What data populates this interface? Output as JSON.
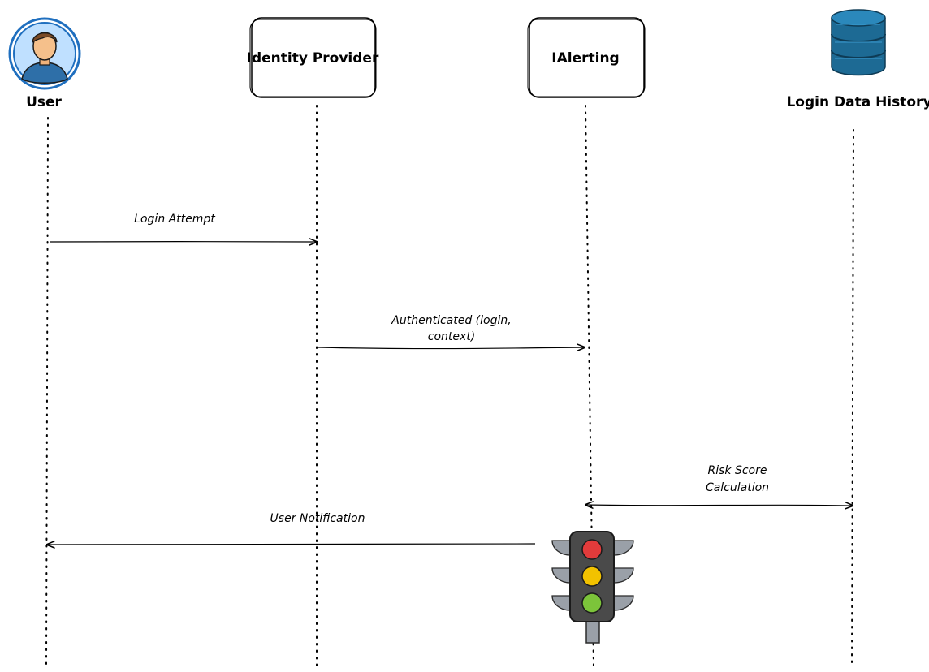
{
  "participants": [
    {
      "id": "user",
      "label": "User",
      "icon": "user-avatar-icon"
    },
    {
      "id": "idp",
      "label": "Identity Provider"
    },
    {
      "id": "ialerting",
      "label": "IAlerting"
    },
    {
      "id": "history",
      "label": "Login Data History",
      "icon": "database-icon"
    }
  ],
  "messages": [
    {
      "id": "login-attempt",
      "from": "user",
      "to": "idp",
      "lines": [
        "Login Attempt"
      ]
    },
    {
      "id": "authenticated",
      "from": "idp",
      "to": "ialerting",
      "lines": [
        "Authenticated (login,",
        "context)"
      ]
    },
    {
      "id": "risk-score",
      "from": "ialerting",
      "to": "history",
      "bidirectional": true,
      "lines": [
        "Risk Score",
        "Calculation"
      ]
    },
    {
      "id": "user-notification",
      "from": "ialerting",
      "to": "user",
      "lines": [
        "User Notification"
      ]
    }
  ],
  "colors": {
    "line": "#000000",
    "avatar_ring": "#1f6fbf",
    "avatar_bg": "#bfe0ff",
    "database": "#1d6a94",
    "traffic_light_body": "#4a4a4a",
    "traffic_light_wing": "#9aa0a8",
    "light_red": "#e23b3b",
    "light_yellow": "#f2c200",
    "light_green": "#7cc43a"
  }
}
